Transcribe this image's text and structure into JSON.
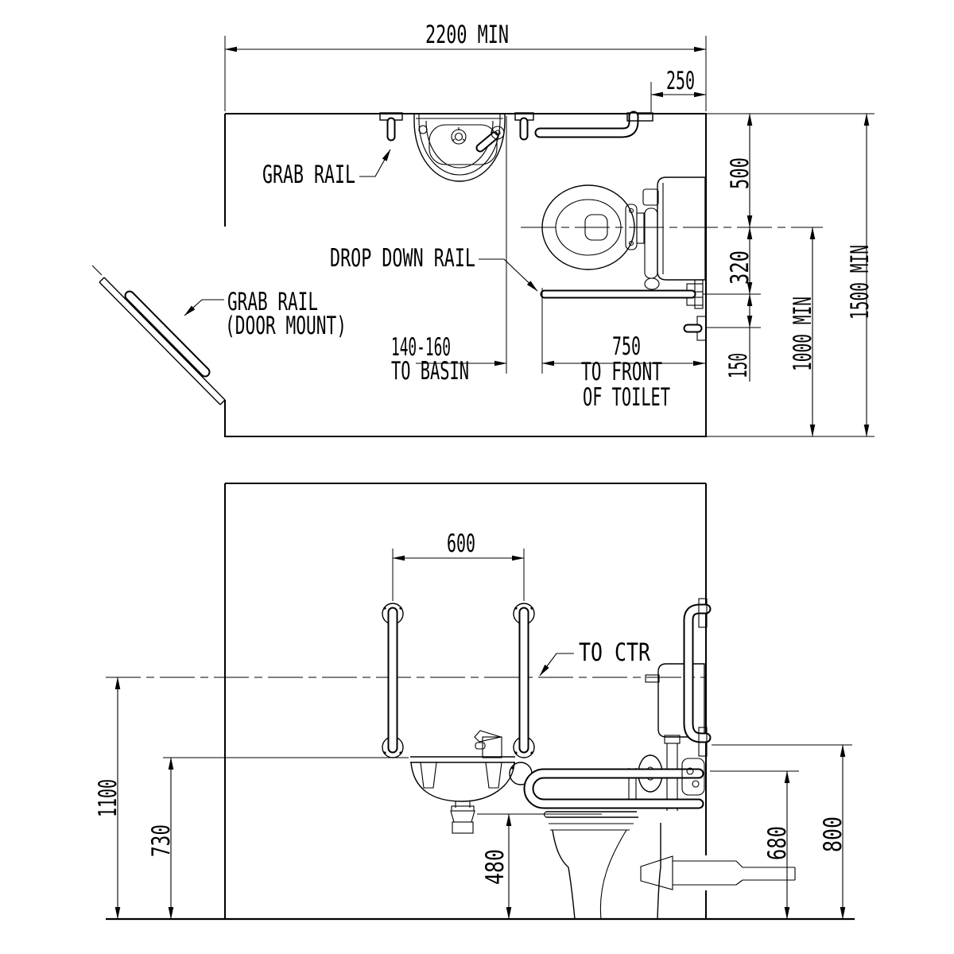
{
  "drawing": {
    "background_color": "#ffffff",
    "line_color": "#000000",
    "plan_view": {
      "annotations": {
        "grab_rail": "GRAB RAIL",
        "drop_down_rail": "DROP DOWN RAIL",
        "grab_rail_door_mount_line1": "GRAB RAIL",
        "grab_rail_door_mount_line2": "(DOOR MOUNT)"
      },
      "dimensions": {
        "overall_width": "2200 MIN",
        "rail_end_to_corner": "250",
        "side_wall_to_toilet_centre": "500",
        "toilet_centre_to_drop_rail": "320",
        "drop_rail_to_roll_holder": "150",
        "toilet_centre_to_rear_wall": "1000 MIN",
        "room_depth": "1500 MIN",
        "toilet_front_to_basin_value": "140-160",
        "toilet_front_to_basin_label": "TO BASIN",
        "rear_wall_to_toilet_front_value": "750",
        "rear_wall_to_toilet_front_label_line1": "TO FRONT",
        "rear_wall_to_toilet_front_label_line2": "OF TOILET"
      }
    },
    "elevation_view": {
      "annotations": {
        "to_ctr": "TO CTR"
      },
      "dimensions": {
        "grab_rail_spacing": "600",
        "grab_rail_centre_height": "1100",
        "basin_rim_height": "730",
        "toilet_seat_height": "480",
        "drop_rail_height": "680",
        "drop_rail_pivot_height": "800"
      }
    }
  }
}
